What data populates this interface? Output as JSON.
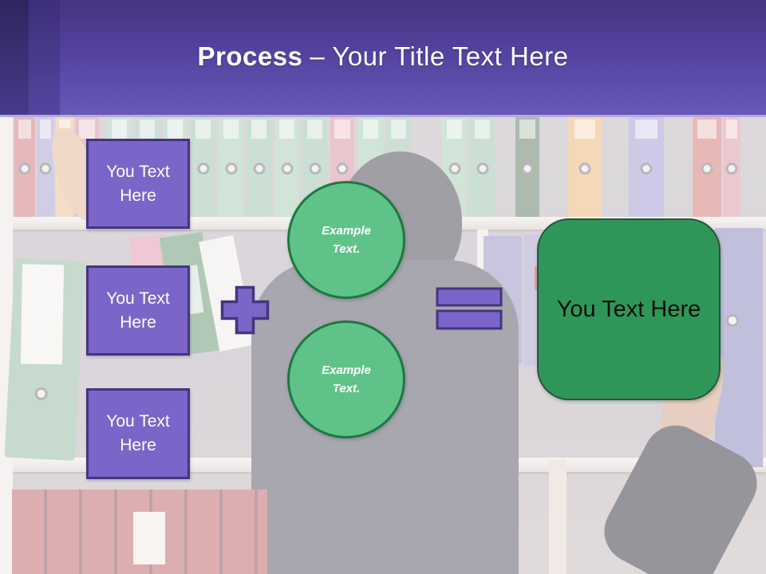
{
  "header": {
    "title_bold": "Process",
    "title_rest": "– Your Title Text Here"
  },
  "diagram": {
    "input_boxes": [
      {
        "label": "You Text Here"
      },
      {
        "label": "You Text Here"
      },
      {
        "label": "You Text Here"
      }
    ],
    "operators": {
      "plus": "+",
      "equals": "="
    },
    "example_circles": [
      {
        "label": "Example Text."
      },
      {
        "label": "Example Text."
      }
    ],
    "result_box": {
      "label": "You Text Here"
    }
  },
  "colors": {
    "header_purple": "#54429f",
    "shape_purple": "#7b65c9",
    "purple_border": "#44357e",
    "circle_green": "#5fc389",
    "circle_border": "#1e7742",
    "result_green": "#2f9659"
  }
}
